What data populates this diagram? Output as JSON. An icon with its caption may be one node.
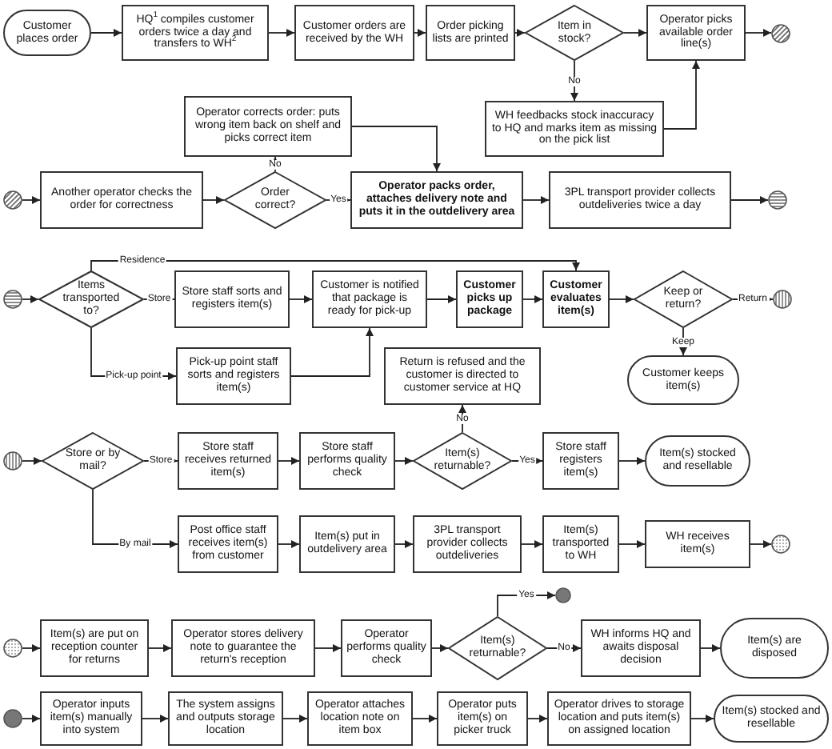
{
  "diagram": {
    "nodes": [
      {
        "text": [
          "Customer places order"
        ]
      },
      {
        "text": [
          "HQ$^{1}$ compiles customer orders twice a day and transfers to WH$^{2}$"
        ]
      },
      {
        "text": [
          "Customer orders are received by the WH"
        ]
      },
      {
        "text": [
          "Order picking lists are printed"
        ]
      },
      {
        "text": [
          "Item in stock?"
        ]
      },
      {
        "text": [
          "Operator picks available order line(s)"
        ]
      },
      {
        "text": [],
        "shape": "circle"
      },
      {
        "text": [
          "Operator corrects order: puts wrong item back on shelf and picks correct item"
        ]
      },
      {
        "text": [
          "WH feedbacks stock inaccuracy to HQ and marks item as missing on the pick list"
        ]
      },
      {
        "text": [],
        "shape": "circle"
      },
      {
        "text": [
          "Another operator checks the order for correctness"
        ]
      },
      {
        "text": [
          "Order correct?"
        ]
      },
      {
        "text": [
          "Operator packs order, attaches delivery note and puts it in the outdelivery area"
        ]
      },
      {
        "text": [
          "3PL transport provider collects outdeliveries twice a day"
        ]
      },
      {
        "text": [],
        "shape": "circle"
      },
      {
        "text": [],
        "shape": "circle"
      },
      {
        "text": [
          "Items transported to?"
        ]
      },
      {
        "text": [
          "Store staff sorts and registers item(s)"
        ]
      },
      {
        "text": [
          "Customer is notified that package is ready for pick-up"
        ]
      },
      {
        "text": [
          "Customer picks up package"
        ]
      },
      {
        "text": [
          "Customer evaluates item(s)"
        ]
      },
      {
        "text": [
          "Keep or return?"
        ]
      },
      {
        "text": [],
        "shape": "circle"
      },
      {
        "text": [
          "Pick-up point staff sorts and registers item(s)"
        ]
      },
      {
        "text": [
          "Return is refused and the customer is directed to customer service at HQ"
        ]
      },
      {
        "text": [
          "Customer keeps item(s)"
        ]
      },
      {
        "text": [],
        "shape": "circle"
      },
      {
        "text": [
          "Store or by mail?"
        ]
      },
      {
        "text": [
          "Store staff receives returned item(s)"
        ]
      },
      {
        "text": [
          "Store staff performs quality check"
        ]
      },
      {
        "text": [
          "Item(s) returnable?"
        ]
      },
      {
        "text": [
          "Store staff registers item(s)"
        ]
      },
      {
        "text": [
          "Item(s) stocked and resellable"
        ]
      },
      {
        "text": [
          "Post office staff receives item(s) from customer"
        ]
      },
      {
        "text": [
          "Item(s) put in outdelivery area"
        ]
      },
      {
        "text": [
          "3PL transport provider collects outdeliveries"
        ]
      },
      {
        "text": [
          "Item(s) transported to WH"
        ]
      },
      {
        "text": [
          "WH receives item(s)"
        ]
      },
      {
        "text": [],
        "shape": "circle"
      },
      {
        "text": [],
        "shape": "circle"
      },
      {
        "text": [
          "Item(s) are put on reception counter for returns"
        ]
      },
      {
        "text": [
          "Operator stores delivery note to guarantee the return's reception"
        ]
      },
      {
        "text": [
          "Operator performs quality check"
        ]
      },
      {
        "text": [
          "Item(s) returnable?"
        ]
      },
      {
        "text": [],
        "shape": "circle"
      },
      {
        "text": [
          "WH informs HQ and awaits disposal decision"
        ]
      },
      {
        "text": [
          "Item(s) are disposed"
        ]
      },
      {
        "text": [],
        "shape": "circle"
      },
      {
        "text": [
          "Operator inputs item(s) manually into system"
        ]
      },
      {
        "text": [
          "The system assigns and outputs storage location"
        ]
      },
      {
        "text": [
          "Operator attaches location note on item box"
        ]
      },
      {
        "text": [
          "Operator puts item(s) on picker truck"
        ]
      },
      {
        "text": [
          "Operator drives to storage location and puts item(s) on assigned location"
        ]
      },
      {
        "text": [
          "Item(s) stocked and resellable"
        ]
      }
    ],
    "edges": [
      {
        "from": 0,
        "to": 1,
        "arrow": "to"
      },
      {
        "from": 1,
        "to": 2,
        "arrow": "to"
      },
      {
        "from": 2,
        "to": 3,
        "arrow": "to"
      },
      {
        "from": 3,
        "to": 4,
        "arrow": "to"
      },
      {
        "from": 4,
        "to": 5,
        "arrow": "to"
      },
      {
        "from": 4,
        "to": 8,
        "arrow": "to",
        "label": "No"
      },
      {
        "from": 8,
        "to": 5,
        "arrow": "to"
      },
      {
        "from": 5,
        "to": 6,
        "arrow": "to"
      },
      {
        "from": 9,
        "to": 10,
        "arrow": "to"
      },
      {
        "from": 10,
        "to": 11,
        "arrow": "to"
      },
      {
        "from": 11,
        "to": 7,
        "arrow": "to",
        "label": "No"
      },
      {
        "from": 11,
        "to": 12,
        "arrow": "to",
        "label": "Yes"
      },
      {
        "from": 7,
        "to": 12,
        "arrow": "to"
      },
      {
        "from": 12,
        "to": 13,
        "arrow": "to"
      },
      {
        "from": 13,
        "to": 14,
        "arrow": "to"
      },
      {
        "from": 15,
        "to": 16,
        "arrow": "to"
      },
      {
        "from": 16,
        "to": 17,
        "arrow": "to",
        "label": "Store"
      },
      {
        "from": 16,
        "to": 20,
        "arrow": "to",
        "label": "Residence"
      },
      {
        "from": 16,
        "to": 23,
        "arrow": "to",
        "label": "Pick-up point"
      },
      {
        "from": 17,
        "to": 18,
        "arrow": "to"
      },
      {
        "from": 23,
        "to": 18,
        "arrow": "to"
      },
      {
        "from": 18,
        "to": 19,
        "arrow": "to"
      },
      {
        "from": 19,
        "to": 20,
        "arrow": "to"
      },
      {
        "from": 20,
        "to": 21,
        "arrow": "to"
      },
      {
        "from": 21,
        "to": 22,
        "arrow": "to",
        "label": "Return"
      },
      {
        "from": 21,
        "to": 25,
        "arrow": "to",
        "label": "Keep"
      },
      {
        "from": 26,
        "to": 27,
        "arrow": "to"
      },
      {
        "from": 27,
        "to": 28,
        "arrow": "to",
        "label": "Store"
      },
      {
        "from": 27,
        "to": 33,
        "arrow": "to",
        "label": "By mail"
      },
      {
        "from": 28,
        "to": 29,
        "arrow": "to"
      },
      {
        "from": 29,
        "to": 30,
        "arrow": "to"
      },
      {
        "from": 30,
        "to": 24,
        "arrow": "to",
        "label": "No"
      },
      {
        "from": 30,
        "to": 31,
        "arrow": "to",
        "label": "Yes"
      },
      {
        "from": 31,
        "to": 32,
        "arrow": "to"
      },
      {
        "from": 33,
        "to": 34,
        "arrow": "to"
      },
      {
        "from": 34,
        "to": 35,
        "arrow": "to"
      },
      {
        "from": 35,
        "to": 36,
        "arrow": "to"
      },
      {
        "from": 36,
        "to": 37,
        "arrow": "to"
      },
      {
        "from": 37,
        "to": 38,
        "arrow": "to"
      },
      {
        "from": 39,
        "to": 40,
        "arrow": "to"
      },
      {
        "from": 40,
        "to": 41,
        "arrow": "to"
      },
      {
        "from": 41,
        "to": 42,
        "arrow": "to"
      },
      {
        "from": 42,
        "to": 43,
        "arrow": "to"
      },
      {
        "from": 43,
        "to": 44,
        "arrow": "to",
        "label": "Yes"
      },
      {
        "from": 43,
        "to": 45,
        "arrow": "to",
        "label": "No"
      },
      {
        "from": 45,
        "to": 46,
        "arrow": "to"
      },
      {
        "from": 47,
        "to": 48,
        "arrow": "to"
      },
      {
        "from": 48,
        "to": 49,
        "arrow": "to"
      },
      {
        "from": 49,
        "to": 50,
        "arrow": "to"
      },
      {
        "from": 50,
        "to": 51,
        "arrow": "to"
      },
      {
        "from": 51,
        "to": 52,
        "arrow": "to"
      },
      {
        "from": 52,
        "to": 53,
        "arrow": "to"
      }
    ]
  }
}
